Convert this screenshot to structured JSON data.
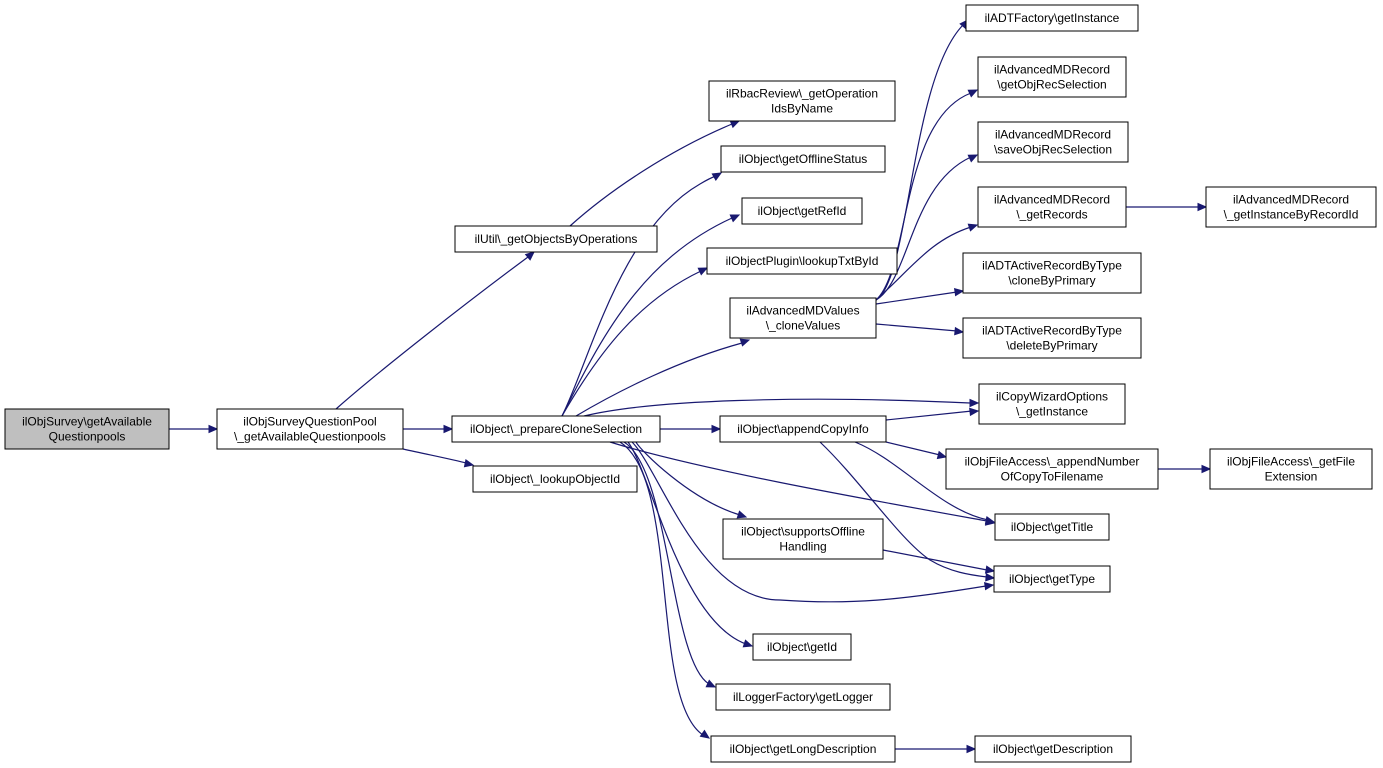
{
  "nodes": [
    {
      "id": "root",
      "lines": [
        "ilObjSurvey\\getAvailable",
        "Questionpools"
      ],
      "root": true
    },
    {
      "id": "n_pool",
      "lines": [
        "ilObjSurveyQuestionPool",
        "\\_getAvailableQuestionpools"
      ]
    },
    {
      "id": "n_util",
      "lines": [
        "ilUtil\\_getObjectsByOperations"
      ]
    },
    {
      "id": "n_lookup",
      "lines": [
        "ilObject\\_lookupObjectId"
      ]
    },
    {
      "id": "n_prep",
      "lines": [
        "ilObject\\_prepareCloneSelection"
      ]
    },
    {
      "id": "n_rbac",
      "lines": [
        "ilRbacReview\\_getOperation",
        "IdsByName"
      ]
    },
    {
      "id": "n_offline",
      "lines": [
        "ilObject\\getOfflineStatus"
      ]
    },
    {
      "id": "n_refid",
      "lines": [
        "ilObject\\getRefId"
      ]
    },
    {
      "id": "n_plugin",
      "lines": [
        "ilObjectPlugin\\lookupTxtById"
      ]
    },
    {
      "id": "n_advvals",
      "lines": [
        "ilAdvancedMDValues",
        "\\_cloneValues"
      ]
    },
    {
      "id": "n_append",
      "lines": [
        "ilObject\\appendCopyInfo"
      ]
    },
    {
      "id": "n_supports",
      "lines": [
        "ilObject\\supportsOffline",
        "Handling"
      ]
    },
    {
      "id": "n_getid",
      "lines": [
        "ilObject\\getId"
      ]
    },
    {
      "id": "n_logger",
      "lines": [
        "ilLoggerFactory\\getLogger"
      ]
    },
    {
      "id": "n_longdesc",
      "lines": [
        "ilObject\\getLongDescription"
      ]
    },
    {
      "id": "n_adtfac",
      "lines": [
        "ilADTFactory\\getInstance"
      ]
    },
    {
      "id": "n_getsel",
      "lines": [
        "ilAdvancedMDRecord",
        "\\getObjRecSelection"
      ]
    },
    {
      "id": "n_savesel",
      "lines": [
        "ilAdvancedMDRecord",
        "\\saveObjRecSelection"
      ]
    },
    {
      "id": "n_getrec",
      "lines": [
        "ilAdvancedMDRecord",
        "\\_getRecords"
      ]
    },
    {
      "id": "n_clonebp",
      "lines": [
        "ilADTActiveRecordByType",
        "\\cloneByPrimary"
      ]
    },
    {
      "id": "n_delbp",
      "lines": [
        "ilADTActiveRecordByType",
        "\\deleteByPrimary"
      ]
    },
    {
      "id": "n_copywiz",
      "lines": [
        "ilCopyWizardOptions",
        "\\_getInstance"
      ]
    },
    {
      "id": "n_fileappend",
      "lines": [
        "ilObjFileAccess\\_appendNumber",
        "OfCopyToFilename"
      ]
    },
    {
      "id": "n_title",
      "lines": [
        "ilObject\\getTitle"
      ]
    },
    {
      "id": "n_type",
      "lines": [
        "ilObject\\getType"
      ]
    },
    {
      "id": "n_desc",
      "lines": [
        "ilObject\\getDescription"
      ]
    },
    {
      "id": "n_instrec",
      "lines": [
        "ilAdvancedMDRecord",
        "\\_getInstanceByRecordId"
      ]
    },
    {
      "id": "n_fileext",
      "lines": [
        "ilObjFileAccess\\_getFile",
        "Extension"
      ]
    }
  ]
}
